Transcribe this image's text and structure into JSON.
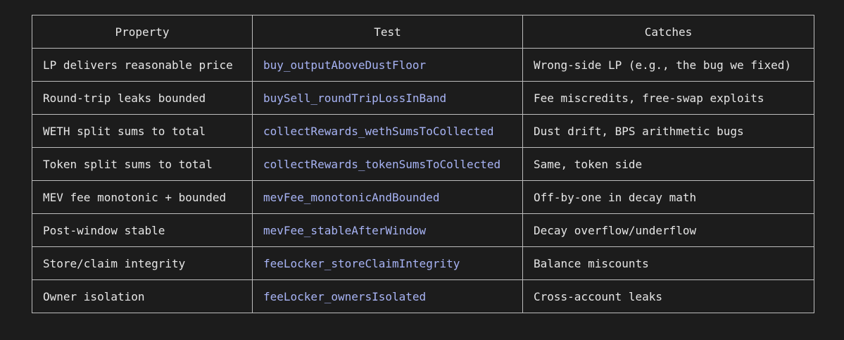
{
  "table": {
    "headers": [
      "Property",
      "Test",
      "Catches"
    ],
    "rows": [
      {
        "property": "LP delivers reasonable price",
        "test": "buy_outputAboveDustFloor",
        "catches": "Wrong-side LP (e.g., the bug we fixed)"
      },
      {
        "property": "Round-trip leaks bounded",
        "test": "buySell_roundTripLossInBand",
        "catches": "Fee miscredits, free-swap exploits"
      },
      {
        "property": "WETH split sums to total",
        "test": "collectRewards_wethSumsToCollected",
        "catches": "Dust drift, BPS arithmetic bugs"
      },
      {
        "property": "Token split sums to total",
        "test": "collectRewards_tokenSumsToCollected",
        "catches": "Same, token side"
      },
      {
        "property": "MEV fee monotonic + bounded",
        "test": "mevFee_monotonicAndBounded",
        "catches": "Off-by-one in decay math"
      },
      {
        "property": "Post-window stable",
        "test": "mevFee_stableAfterWindow",
        "catches": "Decay overflow/underflow"
      },
      {
        "property": "Store/claim integrity",
        "test": "feeLocker_storeClaimIntegrity",
        "catches": "Balance miscounts"
      },
      {
        "property": "Owner isolation",
        "test": "feeLocker_ownersIsolated",
        "catches": "Cross-account leaks"
      }
    ]
  },
  "colors": {
    "background": "#1c1c1c",
    "text": "#e6e6e6",
    "code": "#a8b4f5",
    "border": "#bdbdbd"
  }
}
